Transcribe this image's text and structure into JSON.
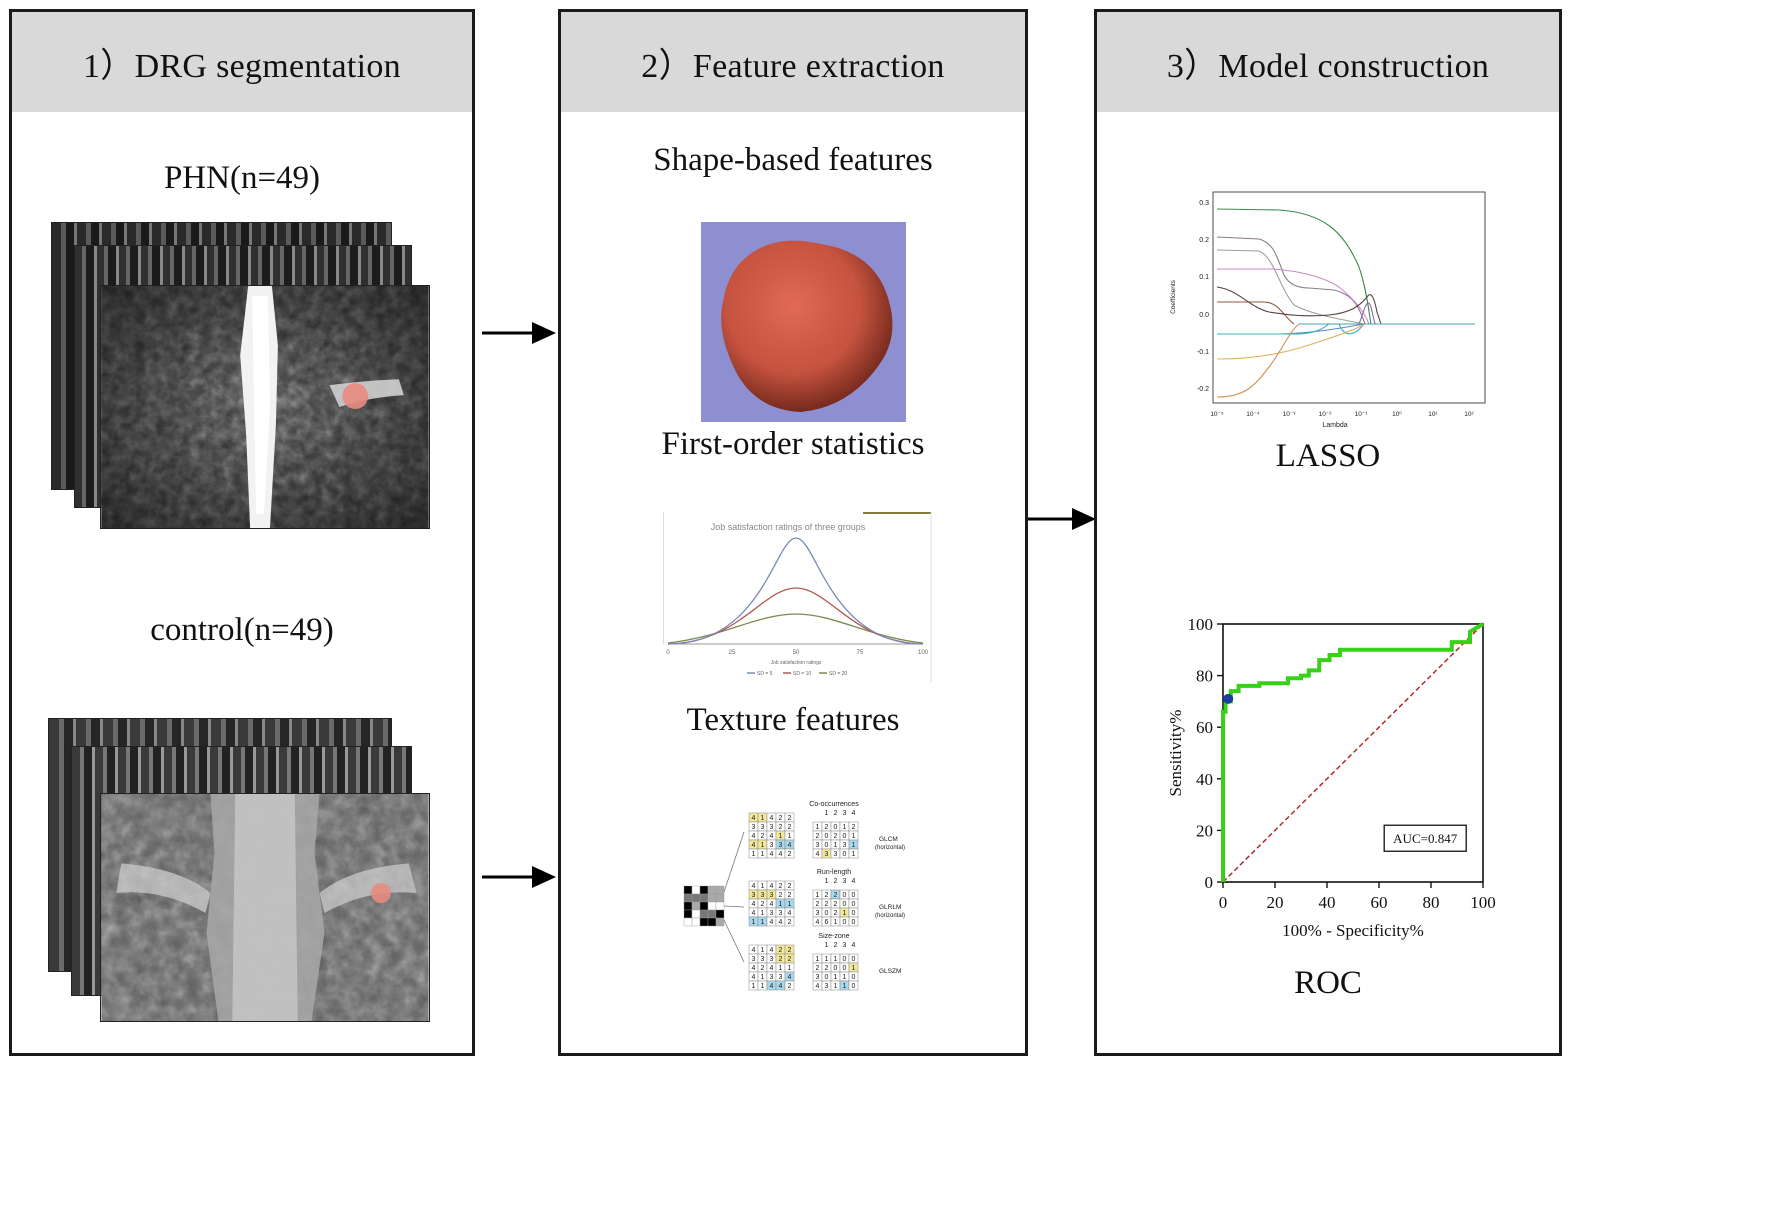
{
  "panels": [
    {
      "title": "1）DRG segmentation"
    },
    {
      "title": "2）Feature extraction"
    },
    {
      "title": "3）Model construction"
    }
  ],
  "segmentation": {
    "group1_label": "PHN(n=49)",
    "group2_label": "control(n=49)"
  },
  "features": {
    "shape_label": "Shape-based features",
    "first_order_label": "First-order statistics",
    "texture_label": "Texture features",
    "dist_chart": {
      "title": "Job satisfaction ratings of three groups",
      "xlabel": "Job satisfaction ratings",
      "xticks": [
        "0",
        "25",
        "50",
        "75",
        "100"
      ],
      "legend": [
        "SD = 5",
        "SD = 10",
        "SD = 20"
      ]
    },
    "texture": {
      "cooc_title": "Co-occurrences",
      "runlength_title": "Run-length",
      "sizezone_title": "Size-zone",
      "col_header": [
        "1",
        "2",
        "3",
        "4"
      ],
      "glcm_label": "GLCM",
      "glrlm_label": "GLRLM",
      "glszm_label": "GLSZM",
      "horizontal_note": "(horizontal)",
      "image_values": [
        [
          "4",
          "1",
          "4",
          "2",
          "2"
        ],
        [
          "3",
          "3",
          "3",
          "2",
          "2"
        ],
        [
          "4",
          "2",
          "4",
          "1",
          "1"
        ],
        [
          "4",
          "1",
          "3",
          "3",
          "4"
        ],
        [
          "1",
          "1",
          "4",
          "4",
          "2"
        ]
      ],
      "glcm": [
        [
          "1",
          "2",
          "0",
          "1",
          "2"
        ],
        [
          "2",
          "0",
          "2",
          "0",
          "1"
        ],
        [
          "3",
          "0",
          "1",
          "3",
          "1"
        ],
        [
          "4",
          "3",
          "3",
          "0",
          "1"
        ]
      ],
      "glrlm": [
        [
          "1",
          "2",
          "2",
          "0",
          "0"
        ],
        [
          "2",
          "2",
          "2",
          "0",
          "0"
        ],
        [
          "3",
          "0",
          "2",
          "1",
          "0"
        ],
        [
          "4",
          "6",
          "1",
          "0",
          "0"
        ]
      ],
      "glszm": [
        [
          "1",
          "1",
          "1",
          "0",
          "0"
        ],
        [
          "2",
          "2",
          "0",
          "0",
          "1"
        ],
        [
          "3",
          "0",
          "1",
          "1",
          "0"
        ],
        [
          "4",
          "3",
          "1",
          "1",
          "0"
        ]
      ]
    }
  },
  "model": {
    "lasso_label": "LASSO",
    "roc_label": "ROC",
    "lasso_chart": {
      "ylabel": "Coefficients",
      "xlabel": "Lambda",
      "yticks": [
        "0.3",
        "0.2",
        "0.1",
        "0.0",
        "-0.1",
        "-0.2"
      ],
      "xticks": [
        "10⁻⁵",
        "10⁻⁴",
        "10⁻³",
        "10⁻²",
        "10⁻¹",
        "10⁰",
        "10¹",
        "10²"
      ]
    },
    "roc_chart": {
      "ylabel": "Sensitivity%",
      "xlabel": "100% - Specificity%",
      "xticks": [
        "0",
        "20",
        "40",
        "60",
        "80",
        "100"
      ],
      "yticks": [
        "0",
        "20",
        "40",
        "60",
        "80",
        "100"
      ],
      "auc_text": "AUC=0.847"
    }
  },
  "chart_data": [
    {
      "type": "line",
      "title": "",
      "xlabel": "100% - Specificity%",
      "ylabel": "Sensitivity%",
      "xlim": [
        0,
        100
      ],
      "ylim": [
        0,
        100
      ],
      "series": [
        {
          "x": [
            0,
            0,
            1,
            1,
            3,
            3,
            6,
            6,
            14,
            14,
            25,
            25,
            30,
            30,
            33,
            33,
            37,
            37,
            41,
            41,
            45,
            45,
            55,
            70,
            88,
            88,
            95,
            95,
            100
          ],
          "y": [
            0,
            66,
            66,
            70,
            70,
            74,
            74,
            76,
            76,
            77,
            77,
            79,
            79,
            80,
            80,
            82,
            82,
            86,
            86,
            88,
            88,
            90,
            90,
            90,
            90,
            93,
            93,
            97,
            100
          ]
        },
        {
          "x": [
            0,
            100
          ],
          "y": [
            0,
            100
          ]
        }
      ],
      "marker": {
        "x": 2,
        "y": 71
      },
      "annotation": "AUC=0.847",
      "colors": [
        "#38d11a",
        "#b32a2a",
        "#1b3fa0"
      ]
    }
  ]
}
